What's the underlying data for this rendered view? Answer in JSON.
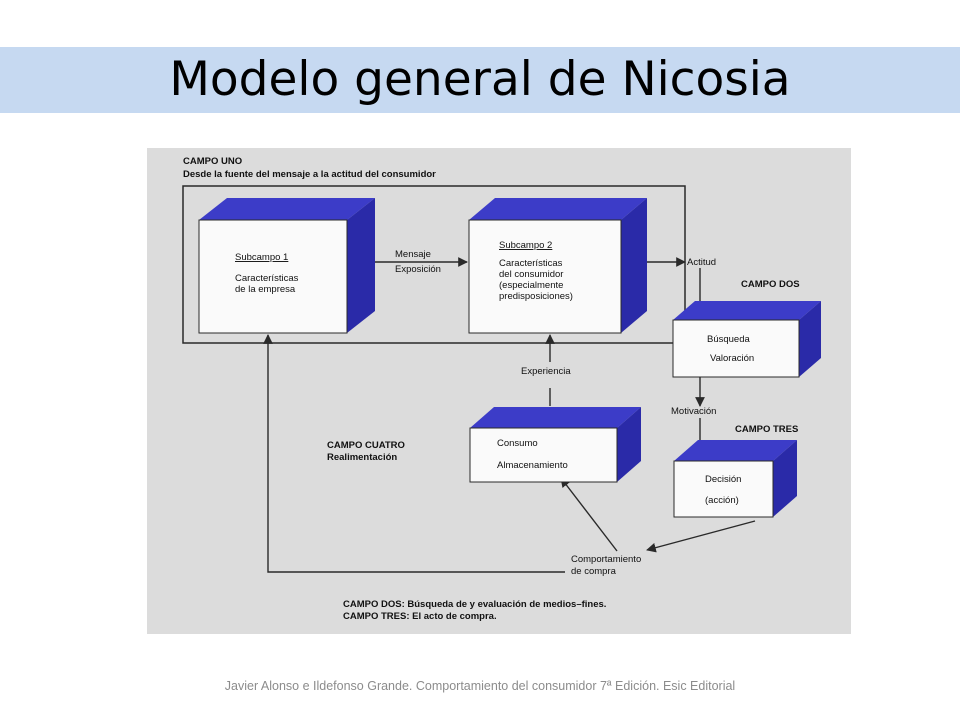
{
  "slide": {
    "title": "Modelo general de Nicosia",
    "footer": "Javier Alonso e Ildefonso Grande. Comportamiento del consumidor 7ª Edición. Esic Editorial"
  },
  "diagram": {
    "campo_uno": {
      "title": "CAMPO UNO",
      "subtitle": "Desde la fuente del mensaje a la actitud del consumidor"
    },
    "subcampo1": {
      "title": "Subcampo 1",
      "line1": "Características",
      "line2": "de la empresa"
    },
    "subcampo2": {
      "title": "Subcampo 2",
      "line1": "Características",
      "line2": "del consumidor",
      "line3": "(especialmente",
      "line4": "predisposiciones)"
    },
    "mensaje": {
      "line1": "Mensaje",
      "line2": "Exposición"
    },
    "actitud": "Actitud",
    "campo_dos": {
      "title": "CAMPO DOS",
      "line1": "Búsqueda",
      "line2": "Valoración"
    },
    "motivacion": "Motivación",
    "campo_tres": {
      "title": "CAMPO TRES",
      "line1": "Decisión",
      "line2": "(acción)"
    },
    "experiencia": "Experiencia",
    "consumo": {
      "line1": "Consumo",
      "line2": "Almacenamiento"
    },
    "campo_cuatro": {
      "title": "CAMPO CUATRO",
      "subtitle": "Realimentación"
    },
    "comportamiento": {
      "line1": "Comportamiento",
      "line2": "de compra"
    },
    "notes": {
      "line1": "CAMPO DOS: Búsqueda de y evaluación de medios–fines.",
      "line2": "CAMPO TRES: El acto de compra."
    },
    "colors": {
      "background": "#dcdcdc",
      "box_face": "#fafafa",
      "box_side": "#3c3cc8",
      "line": "#2a2a2a"
    }
  }
}
